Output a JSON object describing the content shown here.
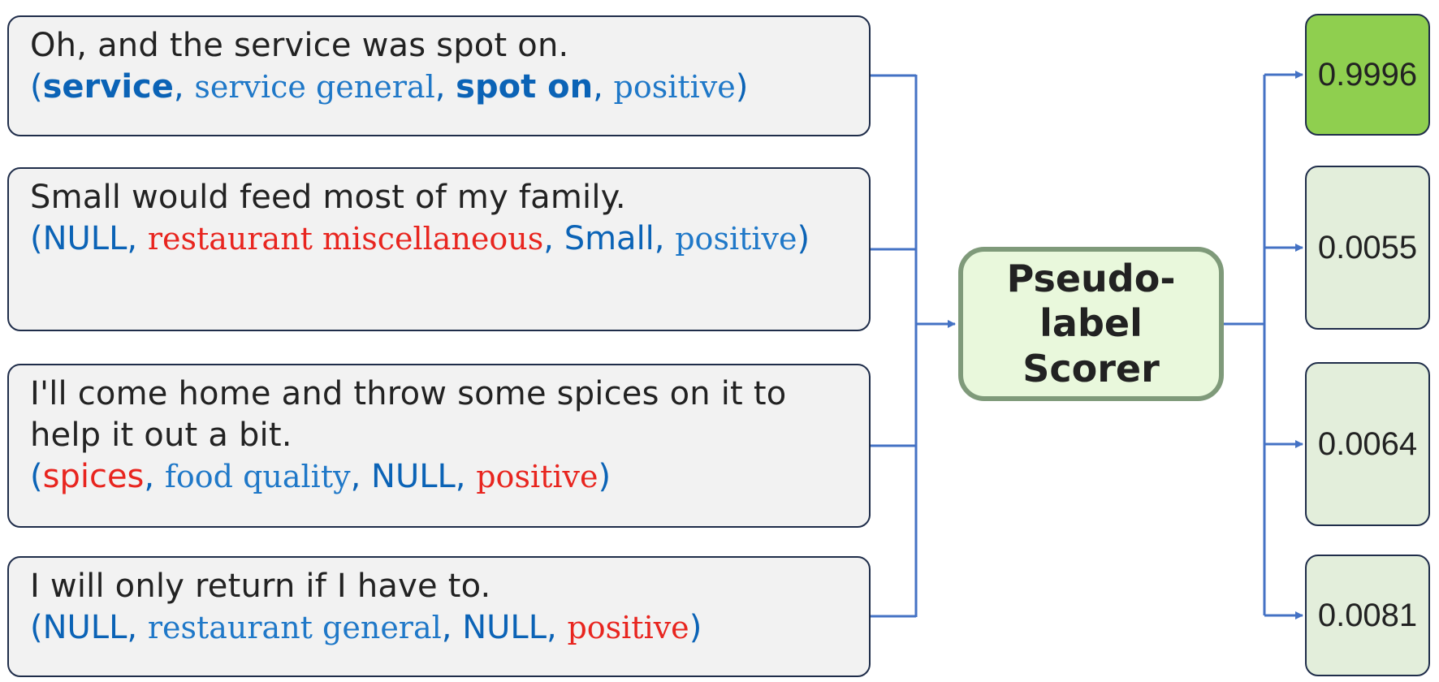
{
  "samples": [
    {
      "sentence": "Oh, and the service was spot on.",
      "tuple": [
        {
          "text": "service",
          "color": "#0b63b6",
          "bold": true,
          "mono": false
        },
        {
          "text": "service general",
          "color": "#1f78c8",
          "bold": false,
          "mono": true
        },
        {
          "text": "spot on",
          "color": "#0b63b6",
          "bold": true,
          "mono": false
        },
        {
          "text": "positive",
          "color": "#1f78c8",
          "bold": false,
          "mono": true
        }
      ]
    },
    {
      "sentence": "Small would feed most of my family.",
      "tuple": [
        {
          "text": "NULL",
          "color": "#0b63b6",
          "bold": false,
          "mono": false
        },
        {
          "text": "restaurant miscellaneous",
          "color": "#e8251f",
          "bold": false,
          "mono": true
        },
        {
          "text": "Small",
          "color": "#0b63b6",
          "bold": false,
          "mono": false
        },
        {
          "text": "positive",
          "color": "#1f78c8",
          "bold": false,
          "mono": true
        }
      ]
    },
    {
      "sentence": "I'll come home and throw some spices on it to help it out a bit.",
      "tuple": [
        {
          "text": "spices",
          "color": "#e8251f",
          "bold": false,
          "mono": false
        },
        {
          "text": "food quality",
          "color": "#1f78c8",
          "bold": false,
          "mono": true
        },
        {
          "text": "NULL",
          "color": "#0b63b6",
          "bold": false,
          "mono": false
        },
        {
          "text": "positive",
          "color": "#e8251f",
          "bold": false,
          "mono": true
        }
      ]
    },
    {
      "sentence": "I will only return if I have to.",
      "tuple": [
        {
          "text": "NULL",
          "color": "#0b63b6",
          "bold": false,
          "mono": false
        },
        {
          "text": "restaurant general",
          "color": "#1f78c8",
          "bold": false,
          "mono": true
        },
        {
          "text": "NULL",
          "color": "#0b63b6",
          "bold": false,
          "mono": false
        },
        {
          "text": "positive",
          "color": "#e8251f",
          "bold": false,
          "mono": true
        }
      ]
    }
  ],
  "scorer": {
    "label_line1": "Pseudo-label",
    "label_line2": "Scorer"
  },
  "scores": [
    "0.9996",
    "0.0055",
    "0.0064",
    "0.0081"
  ],
  "colors": {
    "connector": "#4472c4",
    "top_score": "#8fcf4f",
    "other_score": "#e3eedb",
    "scorer_fill": "#e9f8dc"
  }
}
